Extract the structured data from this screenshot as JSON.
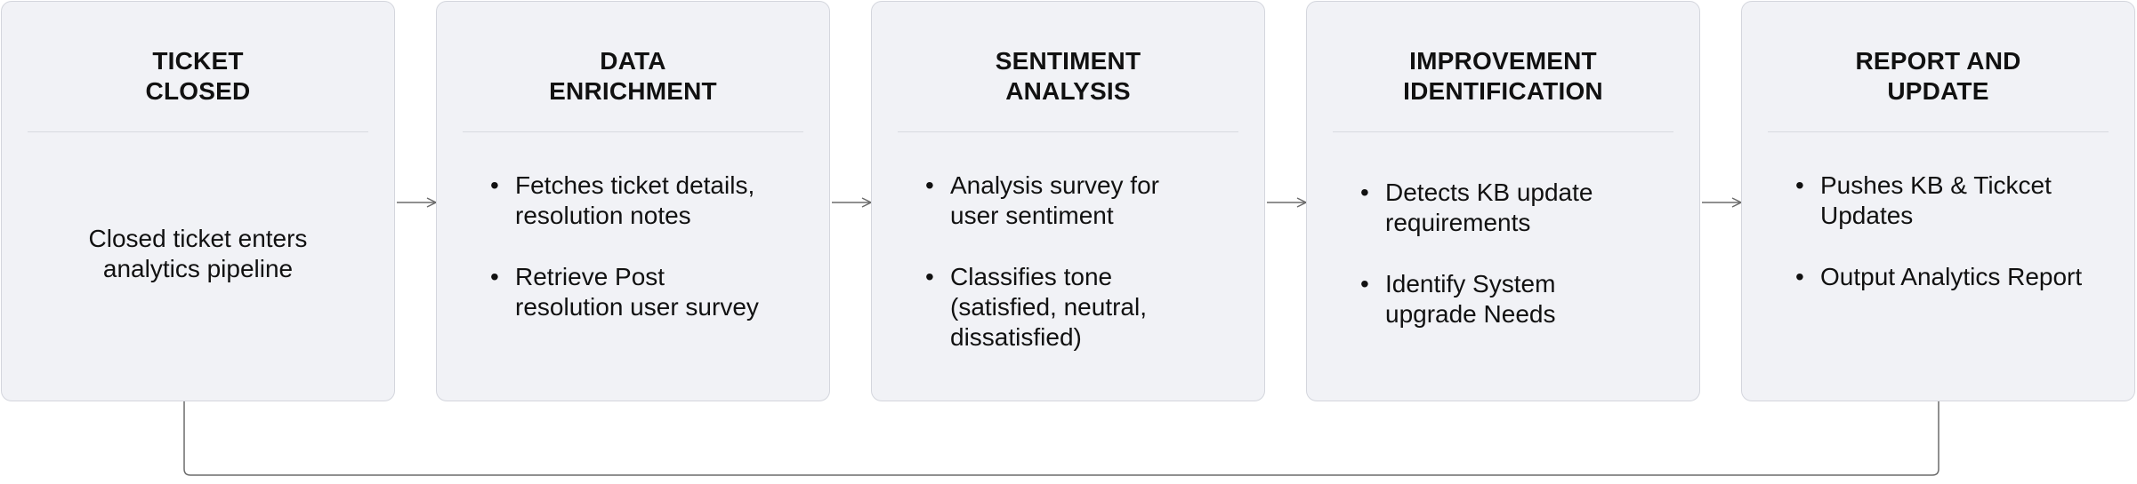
{
  "stages": [
    {
      "title_lines": [
        "TICKET",
        "CLOSED"
      ],
      "center_lines": [
        "Closed ticket enters",
        "analytics pipeline"
      ]
    },
    {
      "title_lines": [
        "DATA",
        "ENRICHMENT"
      ],
      "bullets": [
        [
          "Fetches ticket details,",
          "resolution notes"
        ],
        [
          "Retrieve Post",
          "resolution user survey"
        ]
      ]
    },
    {
      "title_lines": [
        "SENTIMENT",
        "ANALYSIS"
      ],
      "bullets": [
        [
          "Analysis survey for",
          "user sentiment"
        ],
        [
          "Classifies tone",
          "(satisfied, neutral,",
          "dissatisfied)"
        ]
      ]
    },
    {
      "title_lines": [
        "IMPROVEMENT",
        "IDENTIFICATION"
      ],
      "bullets": [
        [
          "Detects KB update",
          "requirements"
        ],
        [
          "Identify System",
          "upgrade Needs"
        ]
      ]
    },
    {
      "title_lines": [
        "REPORT AND",
        "UPDATE"
      ],
      "bullets": [
        [
          "Pushes KB & Tickcet",
          "Updates"
        ],
        [
          "Output Analytics Report"
        ]
      ]
    }
  ],
  "colors": {
    "card_bg": "#f1f2f6",
    "card_border": "#d4d6dd",
    "arrow": "#6b6b6b",
    "text": "#111111"
  }
}
